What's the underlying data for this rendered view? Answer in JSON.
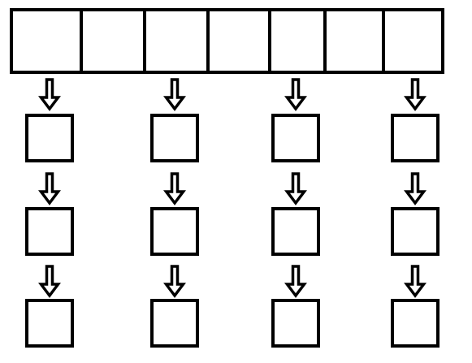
{
  "diagram": {
    "top_strip": {
      "cells": 7
    },
    "columns": [
      {
        "levels": 3
      },
      {
        "levels": 3
      },
      {
        "levels": 3
      },
      {
        "levels": 3
      }
    ],
    "colors": {
      "stroke": "#000000",
      "fill": "#ffffff",
      "background": "#ffffff"
    },
    "icons": {
      "arrow": "down-arrow-outline-icon",
      "box": "empty-square"
    }
  }
}
